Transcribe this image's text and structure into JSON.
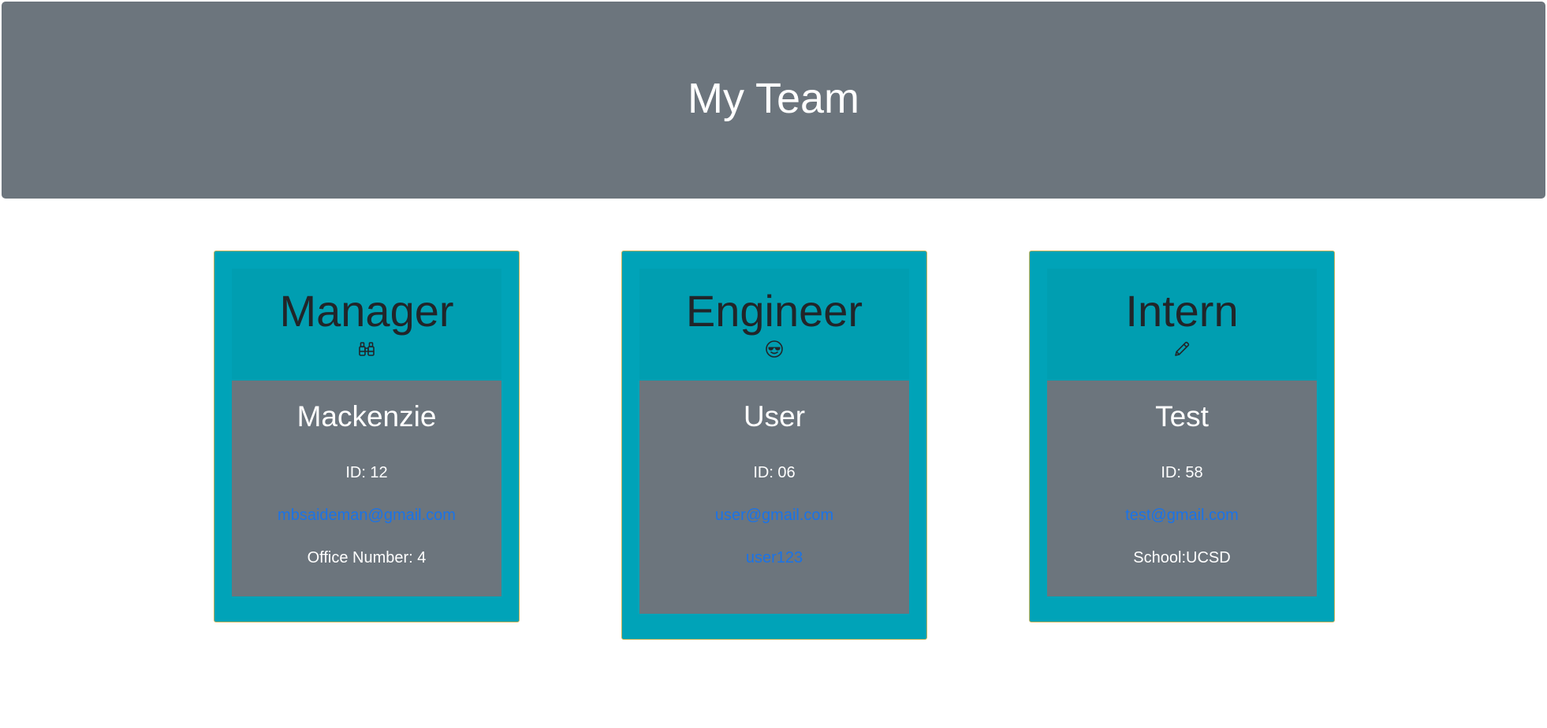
{
  "header": {
    "title": "My Team"
  },
  "team": [
    {
      "role": "Manager",
      "icon": "binoculars-icon",
      "name": "Mackenzie",
      "id_text": "ID: 12",
      "email": "mbsaideman@gmail.com",
      "extra": "Office Number: 4"
    },
    {
      "role": "Engineer",
      "icon": "sunglasses-face-icon",
      "name": "User",
      "id_text": "ID: 06",
      "email": "user@gmail.com",
      "extra": "user123"
    },
    {
      "role": "Intern",
      "icon": "pencil-icon",
      "name": "Test",
      "id_text": "ID: 58",
      "email": "test@gmail.com",
      "extra": "School:UCSD"
    }
  ],
  "colors": {
    "header_bg": "#6c757d",
    "card_bg": "#00a3b8",
    "link": "#1a73e8"
  }
}
